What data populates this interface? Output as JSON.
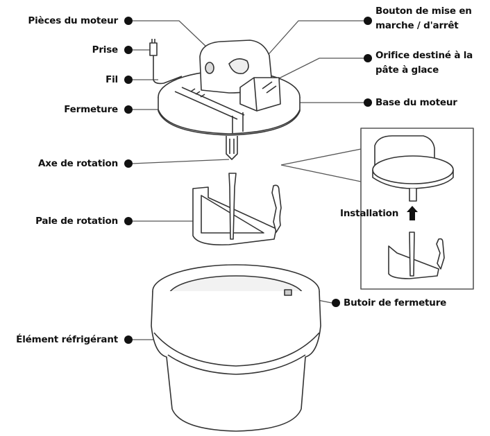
{
  "labels": {
    "engine_parts": "Pièces du moteur",
    "plug": "Prise",
    "cord": "Fil",
    "closure": "Fermeture",
    "rotation_axis": "Axe de rotation",
    "paddle": "Pale de rotation",
    "cooling_element": "Élément réfrigérant",
    "power_button": "Bouton de mise en marche / d'arrêt",
    "ice_cream_opening": "Orifice destiné à la pâte à glace",
    "engine_base": "Base du moteur",
    "installation": "Installation",
    "closure_stop": "Butoir de fermeture"
  }
}
